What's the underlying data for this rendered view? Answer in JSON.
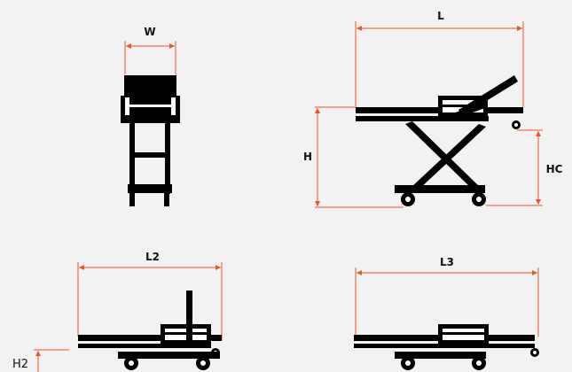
{
  "labels": {
    "w": "W",
    "l": "L",
    "h": "H",
    "hc": "HC",
    "l2": "L2",
    "l3": "L3",
    "h2": "H2"
  },
  "colors": {
    "background": "#f2f2f2",
    "dimension": "#e8542f",
    "outline": "#000000"
  }
}
